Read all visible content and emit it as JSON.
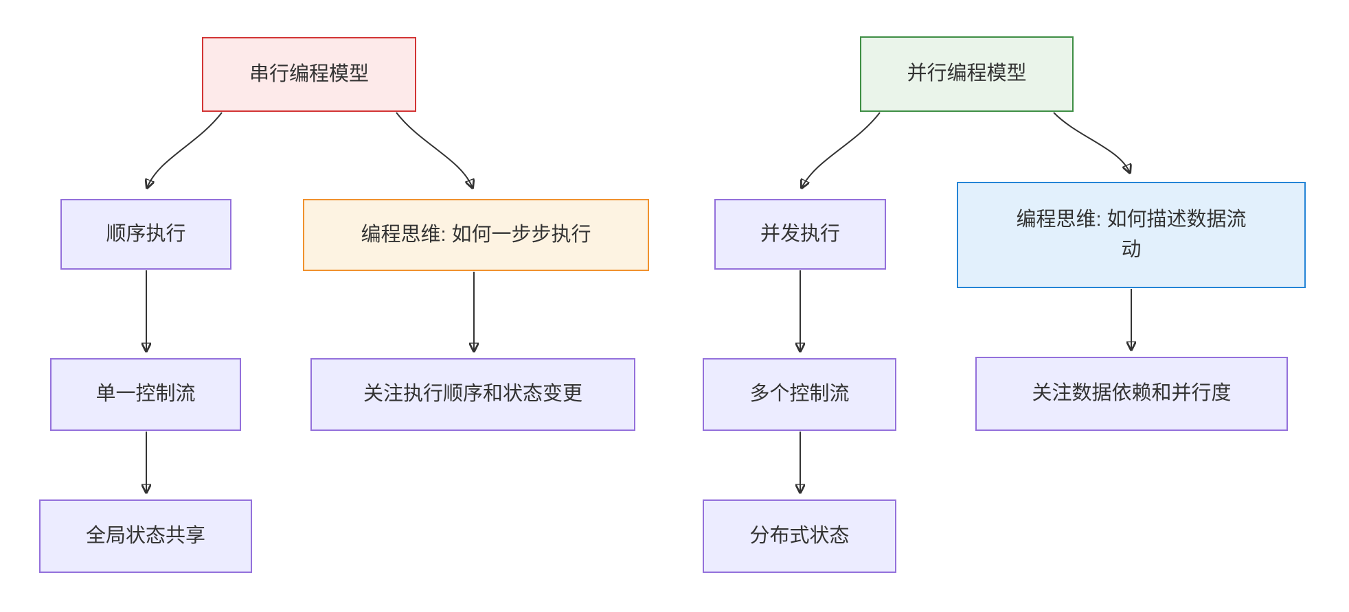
{
  "diagram": {
    "type": "flowchart",
    "background": "#ffffff",
    "colors": {
      "node_default_fill": "#ECECFF",
      "node_default_border": "#9370DB",
      "serial_root_fill": "#fdeaea",
      "serial_root_border": "#d23434",
      "parallel_root_fill": "#eaf4ea",
      "parallel_root_border": "#3e8e44",
      "think_serial_fill": "#fdf3e2",
      "think_serial_border": "#f0912d",
      "think_parallel_fill": "#e2f0fc",
      "think_parallel_border": "#2484d6",
      "edge_stroke": "#333333",
      "text_color": "#333333"
    },
    "nodes": {
      "serial_root": {
        "label": "串行编程模型"
      },
      "seq_exec": {
        "label": "顺序执行"
      },
      "think_serial": {
        "label": "编程思维: 如何一步步执行"
      },
      "single_flow": {
        "label": "单一控制流"
      },
      "focus_exec": {
        "label": "关注执行顺序和状态变更"
      },
      "global_state": {
        "label": "全局状态共享"
      },
      "parallel_root": {
        "label": "并行编程模型"
      },
      "concur_exec": {
        "label": "并发执行"
      },
      "think_parallel": {
        "label": "编程思维: 如何描述数据流\n动"
      },
      "multi_flow": {
        "label": "多个控制流"
      },
      "focus_data": {
        "label": "关注数据依赖和并行度"
      },
      "dist_state": {
        "label": "分布式状态"
      }
    },
    "edges": [
      {
        "from": "serial_root",
        "to": "seq_exec"
      },
      {
        "from": "serial_root",
        "to": "think_serial"
      },
      {
        "from": "seq_exec",
        "to": "single_flow"
      },
      {
        "from": "single_flow",
        "to": "global_state"
      },
      {
        "from": "think_serial",
        "to": "focus_exec"
      },
      {
        "from": "parallel_root",
        "to": "concur_exec"
      },
      {
        "from": "parallel_root",
        "to": "think_parallel"
      },
      {
        "from": "concur_exec",
        "to": "multi_flow"
      },
      {
        "from": "multi_flow",
        "to": "dist_state"
      },
      {
        "from": "think_parallel",
        "to": "focus_data"
      }
    ]
  }
}
